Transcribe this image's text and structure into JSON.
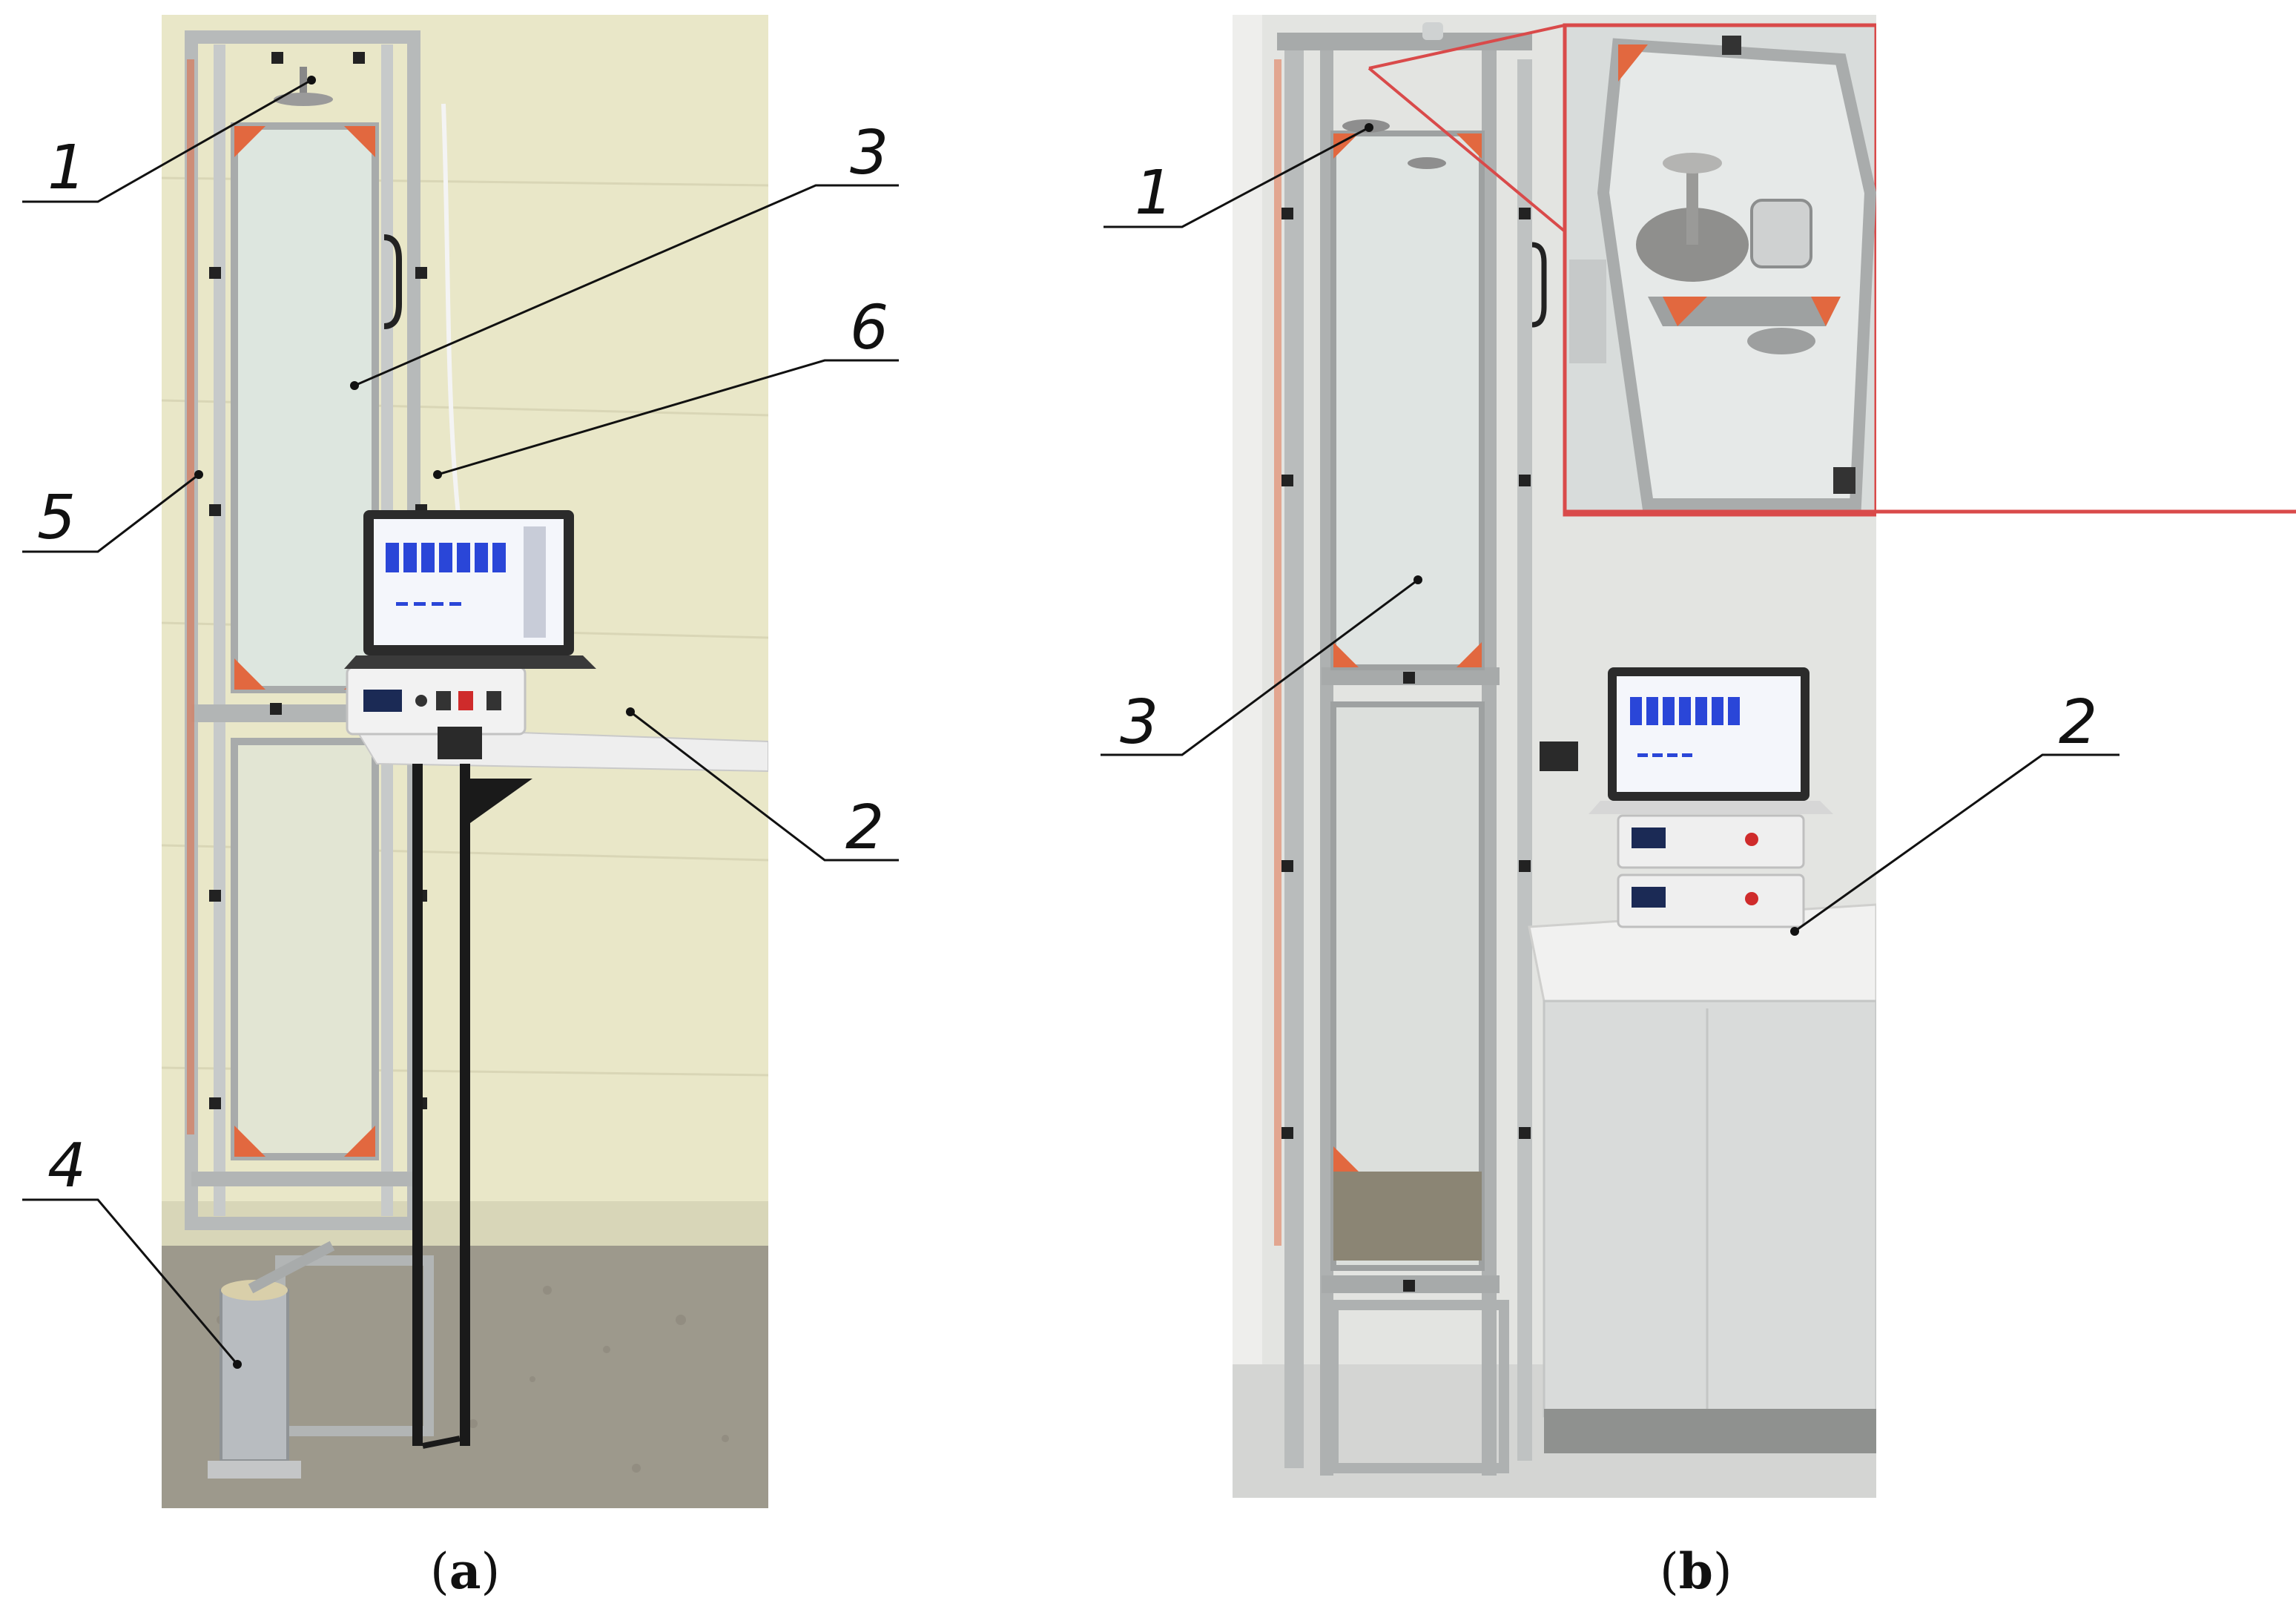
{
  "figure": {
    "panel_a": {
      "caption_open": "(",
      "caption_letter": "a",
      "caption_close": ")",
      "labels": {
        "l1": "1",
        "l2": "2",
        "l3": "3",
        "l4": "4",
        "l5": "5",
        "l6": "6"
      }
    },
    "panel_b": {
      "caption_open": "(",
      "caption_letter": "b",
      "caption_close": ")",
      "labels": {
        "l1": "1",
        "l2": "2",
        "l3": "3"
      }
    }
  },
  "colors": {
    "wall_a": "#e8e6c6",
    "floor_a": "#9a9688",
    "wall_b": "#e4e4e2",
    "frame": "#b9bcbc",
    "accent_orange": "#e2683f",
    "inset_border": "#d94a4a",
    "screen_bar": "#2a46d8"
  }
}
